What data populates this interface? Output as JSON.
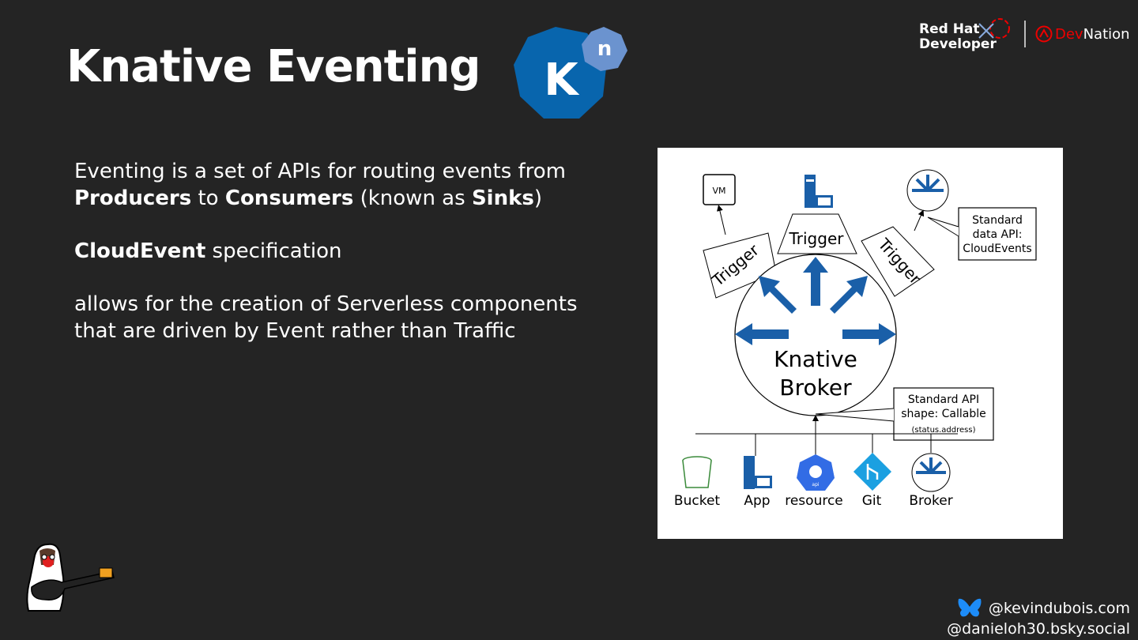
{
  "slide": {
    "title": "Knative Eventing",
    "logo_letter": "K",
    "logo_superscript": "n"
  },
  "branding": {
    "red_hat_line1": "Red Hat",
    "red_hat_line2": "Developer",
    "devnation_dev": "Dev",
    "devnation_nation": "Nation",
    "accent_color": "#ee0000"
  },
  "content": {
    "p1_text1": "Eventing is a set of APIs for routing events from",
    "p1_bold1": "Producers",
    "p1_text2": " to ",
    "p1_bold2": "Consumers",
    "p1_text3": " (known as ",
    "p1_bold3": "Sinks",
    "p1_text4": ")",
    "p2_bold": "CloudEvent",
    "p2_text": " specification",
    "p3_text": "allows for the creation of Serverless components that are driven by Event rather than Traffic"
  },
  "diagram": {
    "vm_label": "VM",
    "trigger_label": "Trigger",
    "broker_line1": "Knative",
    "broker_line2": "Broker",
    "callout_top_1": "Standard",
    "callout_top_2": "data API:",
    "callout_top_3": "CloudEvents",
    "callout_bottom_1": "Standard API",
    "callout_bottom_2": "shape: Callable",
    "callout_bottom_3": "(status.address)",
    "sources": [
      "Bucket",
      "App",
      "resource",
      "Git",
      "Broker"
    ],
    "api_icon_text": "api",
    "arrow_color": "#1a5fa8"
  },
  "social": {
    "handle1": "@kevindubois.com",
    "handle2": "@danieloh30.bsky.social"
  }
}
